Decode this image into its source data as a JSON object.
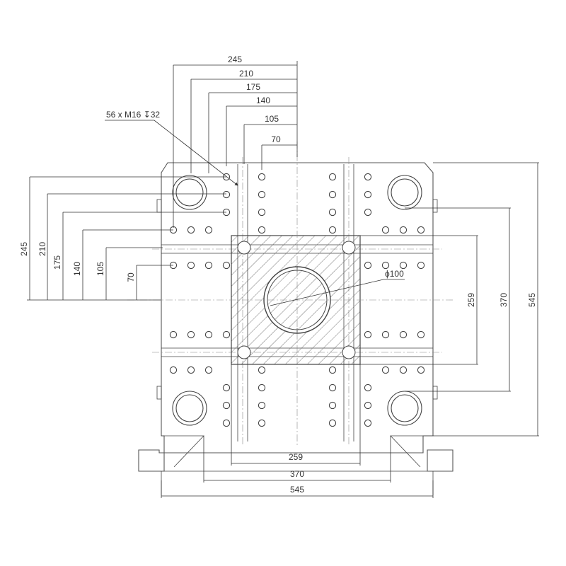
{
  "drawing": {
    "hole_spec": "56 x M16 ↧32",
    "center_bore": "ϕ100",
    "top_dims": [
      "245",
      "210",
      "175",
      "140",
      "105",
      "70"
    ],
    "left_dims": [
      "245",
      "210",
      "175",
      "140",
      "105",
      "70"
    ],
    "bottom_dims": [
      "259",
      "370",
      "545"
    ],
    "right_dims": [
      "259",
      "370",
      "545"
    ]
  },
  "colors": {
    "line": "#555555",
    "hatch": "#666666",
    "text": "#333333"
  }
}
